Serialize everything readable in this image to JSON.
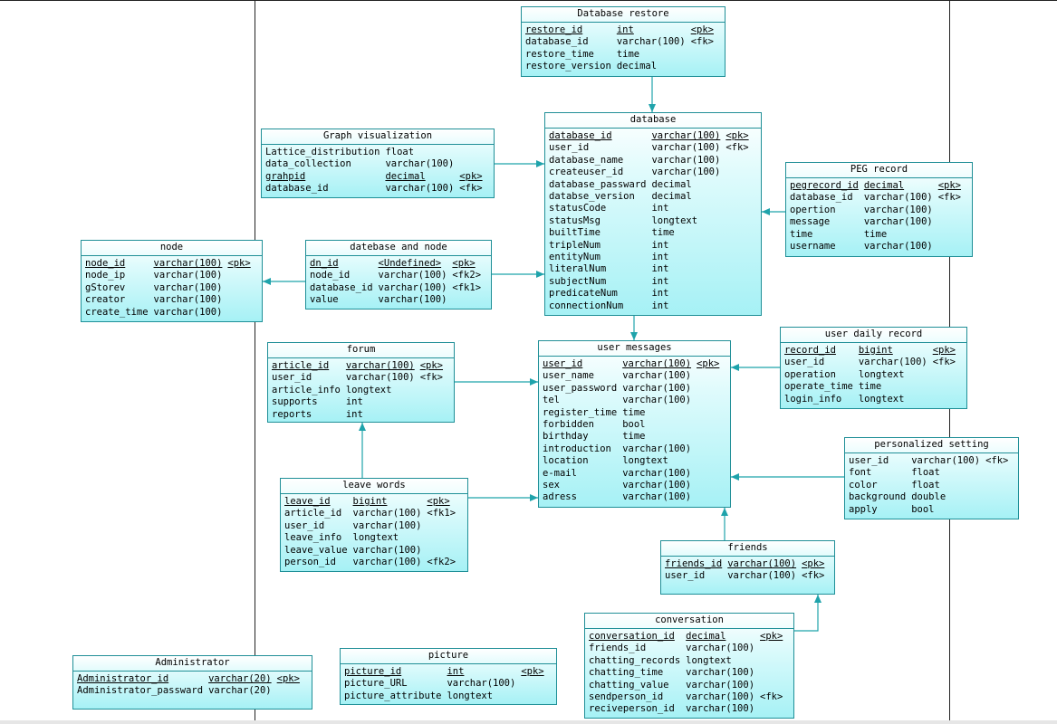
{
  "entities": [
    {
      "id": "restore",
      "title": "Database restore",
      "rows": [
        {
          "name": "restore_id",
          "type": "int",
          "key": "<pk>",
          "pk": true
        },
        {
          "name": "database_id",
          "type": "varchar(100)",
          "key": "<fk>"
        },
        {
          "name": "restore_time",
          "type": "time",
          "key": ""
        },
        {
          "name": "restore_version",
          "type": "decimal",
          "key": ""
        }
      ]
    },
    {
      "id": "graph",
      "title": "Graph visualization",
      "rows": [
        {
          "name": "Lattice_distribution",
          "type": "float",
          "key": ""
        },
        {
          "name": "data_collection",
          "type": "varchar(100)",
          "key": ""
        },
        {
          "name": "grahpid",
          "type": "decimal",
          "key": "<pk>",
          "pk": true
        },
        {
          "name": "database_id",
          "type": "varchar(100)",
          "key": "<fk>"
        }
      ]
    },
    {
      "id": "database",
      "title": "database",
      "rows": [
        {
          "name": "database_id",
          "type": "varchar(100)",
          "key": "<pk>",
          "pk": true
        },
        {
          "name": "user_id",
          "type": "varchar(100)",
          "key": "<fk>"
        },
        {
          "name": "database_name",
          "type": "varchar(100)",
          "key": ""
        },
        {
          "name": "createuser_id",
          "type": "varchar(100)",
          "key": ""
        },
        {
          "name": "database_passward",
          "type": "decimal",
          "key": ""
        },
        {
          "name": "databse_version",
          "type": "decimal",
          "key": ""
        },
        {
          "name": "statusCode",
          "type": "int",
          "key": ""
        },
        {
          "name": "statusMsg",
          "type": "longtext",
          "key": ""
        },
        {
          "name": "builtTime",
          "type": "time",
          "key": ""
        },
        {
          "name": "tripleNum",
          "type": "int",
          "key": ""
        },
        {
          "name": "entityNum",
          "type": "int",
          "key": ""
        },
        {
          "name": "literalNum",
          "type": "int",
          "key": ""
        },
        {
          "name": "subjectNum",
          "type": "int",
          "key": ""
        },
        {
          "name": "predicateNum",
          "type": "int",
          "key": ""
        },
        {
          "name": "connectionNum",
          "type": "int",
          "key": ""
        }
      ]
    },
    {
      "id": "peg",
      "title": "PEG record",
      "rows": [
        {
          "name": "pegrecord_id",
          "type": "decimal",
          "key": "<pk>",
          "pk": true
        },
        {
          "name": "database_id",
          "type": "varchar(100)",
          "key": "<fk>"
        },
        {
          "name": "opertion",
          "type": "varchar(100)",
          "key": ""
        },
        {
          "name": "message",
          "type": "varchar(100)",
          "key": ""
        },
        {
          "name": "time",
          "type": "time",
          "key": ""
        },
        {
          "name": "username",
          "type": "varchar(100)",
          "key": ""
        }
      ]
    },
    {
      "id": "node",
      "title": "node",
      "rows": [
        {
          "name": "node_id",
          "type": "varchar(100)",
          "key": "<pk>",
          "pk": true
        },
        {
          "name": "node_ip",
          "type": "varchar(100)",
          "key": ""
        },
        {
          "name": "gStorev",
          "type": "varchar(100)",
          "key": ""
        },
        {
          "name": "creator",
          "type": "varchar(100)",
          "key": ""
        },
        {
          "name": "create_time",
          "type": "varchar(100)",
          "key": ""
        }
      ]
    },
    {
      "id": "dbnode",
      "title": "datebase and node",
      "rows": [
        {
          "name": "dn_id",
          "type": "<Undefined>",
          "key": "<pk>",
          "pk": true
        },
        {
          "name": "node_id",
          "type": "varchar(100)",
          "key": "<fk2>"
        },
        {
          "name": "database_id",
          "type": "varchar(100)",
          "key": "<fk1>"
        },
        {
          "name": "value",
          "type": "varchar(100)",
          "key": ""
        }
      ]
    },
    {
      "id": "forum",
      "title": "forum",
      "rows": [
        {
          "name": "article_id",
          "type": "varchar(100)",
          "key": "<pk>",
          "pk": true
        },
        {
          "name": "user_id",
          "type": "varchar(100)",
          "key": "<fk>"
        },
        {
          "name": "article_info",
          "type": "longtext",
          "key": ""
        },
        {
          "name": "supports",
          "type": "int",
          "key": ""
        },
        {
          "name": "reports",
          "type": "int",
          "key": ""
        }
      ]
    },
    {
      "id": "usermsg",
      "title": "user messages",
      "rows": [
        {
          "name": "user_id",
          "type": "varchar(100)",
          "key": "<pk>",
          "pk": true
        },
        {
          "name": "user_name",
          "type": "varchar(100)",
          "key": ""
        },
        {
          "name": "user_password",
          "type": "varchar(100)",
          "key": ""
        },
        {
          "name": "tel",
          "type": "varchar(100)",
          "key": ""
        },
        {
          "name": "register_time",
          "type": "time",
          "key": ""
        },
        {
          "name": "forbidden",
          "type": "bool",
          "key": ""
        },
        {
          "name": "birthday",
          "type": "time",
          "key": ""
        },
        {
          "name": "introduction",
          "type": "varchar(100)",
          "key": ""
        },
        {
          "name": "location",
          "type": "longtext",
          "key": ""
        },
        {
          "name": "e-mail",
          "type": "varchar(100)",
          "key": ""
        },
        {
          "name": "sex",
          "type": "varchar(100)",
          "key": ""
        },
        {
          "name": "adress",
          "type": "varchar(100)",
          "key": ""
        }
      ]
    },
    {
      "id": "daily",
      "title": "user daily record",
      "rows": [
        {
          "name": "record_id",
          "type": "bigint",
          "key": "<pk>",
          "pk": true
        },
        {
          "name": "user_id",
          "type": "varchar(100)",
          "key": "<fk>"
        },
        {
          "name": "operation",
          "type": "longtext",
          "key": ""
        },
        {
          "name": "operate_time",
          "type": "time",
          "key": ""
        },
        {
          "name": "login_info",
          "type": "longtext",
          "key": ""
        }
      ]
    },
    {
      "id": "personal",
      "title": "personalized setting",
      "rows": [
        {
          "name": "user_id",
          "type": "varchar(100)",
          "key": "<fk>"
        },
        {
          "name": "font",
          "type": "float",
          "key": ""
        },
        {
          "name": "color",
          "type": "float",
          "key": ""
        },
        {
          "name": "background",
          "type": "double",
          "key": ""
        },
        {
          "name": "apply",
          "type": "bool",
          "key": ""
        }
      ]
    },
    {
      "id": "leave",
      "title": "leave words",
      "rows": [
        {
          "name": "leave_id",
          "type": "bigint",
          "key": "<pk>",
          "pk": true
        },
        {
          "name": "article_id",
          "type": "varchar(100)",
          "key": "<fk1>"
        },
        {
          "name": "user_id",
          "type": "varchar(100)",
          "key": ""
        },
        {
          "name": "leave_info",
          "type": "longtext",
          "key": ""
        },
        {
          "name": "leave_value",
          "type": "varchar(100)",
          "key": ""
        },
        {
          "name": "person_id",
          "type": "varchar(100)",
          "key": "<fk2>"
        }
      ]
    },
    {
      "id": "friends",
      "title": "friends",
      "rows": [
        {
          "name": "friends_id",
          "type": "varchar(100)",
          "key": "<pk>",
          "pk": true
        },
        {
          "name": "user_id",
          "type": "varchar(100)",
          "key": "<fk>"
        }
      ]
    },
    {
      "id": "conversation",
      "title": "conversation",
      "rows": [
        {
          "name": "conversation_id",
          "type": "decimal",
          "key": "<pk>",
          "pk": true
        },
        {
          "name": "friends_id",
          "type": "varchar(100)",
          "key": ""
        },
        {
          "name": "chatting_records",
          "type": "longtext",
          "key": ""
        },
        {
          "name": "chatting_time",
          "type": "varchar(100)",
          "key": ""
        },
        {
          "name": "chatting_value",
          "type": "varchar(100)",
          "key": ""
        },
        {
          "name": "sendperson_id",
          "type": "varchar(100)",
          "key": "<fk>"
        },
        {
          "name": "reciveperson_id",
          "type": "varchar(100)",
          "key": ""
        }
      ]
    },
    {
      "id": "admin",
      "title": "Administrator",
      "rows": [
        {
          "name": "Administrator_id",
          "type": "varchar(20)",
          "key": "<pk>",
          "pk": true
        },
        {
          "name": "Administrator_passward",
          "type": "varchar(20)",
          "key": ""
        }
      ]
    },
    {
      "id": "picture",
      "title": "picture",
      "rows": [
        {
          "name": "picture_id",
          "type": "int",
          "key": "<pk>",
          "pk": true
        },
        {
          "name": "picture_URL",
          "type": "varchar(100)",
          "key": ""
        },
        {
          "name": "picture_attribute",
          "type": "longtext",
          "key": ""
        }
      ]
    }
  ],
  "relationships": [
    {
      "from": "restore",
      "to": "database"
    },
    {
      "from": "graph",
      "to": "database"
    },
    {
      "from": "peg",
      "to": "database"
    },
    {
      "from": "dbnode",
      "to": "database"
    },
    {
      "from": "dbnode",
      "to": "node"
    },
    {
      "from": "database",
      "to": "usermsg"
    },
    {
      "from": "forum",
      "to": "usermsg"
    },
    {
      "from": "daily",
      "to": "usermsg"
    },
    {
      "from": "personal",
      "to": "usermsg"
    },
    {
      "from": "leave",
      "to": "usermsg"
    },
    {
      "from": "leave",
      "to": "forum"
    },
    {
      "from": "friends",
      "to": "usermsg"
    },
    {
      "from": "conversation",
      "to": "friends"
    }
  ],
  "colors": {
    "border": "#1f8f97",
    "fill": "#a6f1f5",
    "line": "#1fa3ab"
  }
}
